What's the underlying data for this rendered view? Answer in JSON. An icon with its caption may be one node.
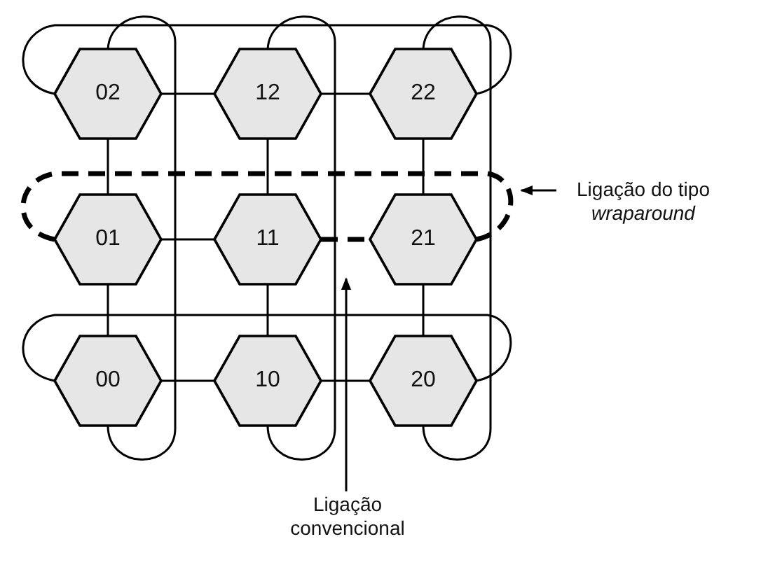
{
  "diagram": {
    "nodes": [
      {
        "text": [
          "02"
        ]
      },
      {
        "text": [
          "12"
        ]
      },
      {
        "text": [
          "22"
        ]
      },
      {
        "text": [
          "01"
        ]
      },
      {
        "text": [
          "11"
        ]
      },
      {
        "text": [
          "21"
        ]
      },
      {
        "text": [
          "00"
        ]
      },
      {
        "text": [
          "10"
        ]
      },
      {
        "text": [
          "20"
        ]
      },
      {
        "text": [
          "Ligação do tipo *wraparound*"
        ]
      },
      {
        "text": [
          "Ligação convencional"
        ]
      }
    ],
    "edges": [
      {
        "from": 0,
        "to": 1,
        "arrow": "none"
      },
      {
        "from": 1,
        "to": 2,
        "arrow": "none"
      },
      {
        "from": 3,
        "to": 4,
        "arrow": "none"
      },
      {
        "from": 4,
        "to": 5,
        "arrow": "none",
        "style": "dashed"
      },
      {
        "from": 6,
        "to": 7,
        "arrow": "none"
      },
      {
        "from": 7,
        "to": 8,
        "arrow": "none"
      },
      {
        "from": 0,
        "to": 3,
        "arrow": "none"
      },
      {
        "from": 3,
        "to": 6,
        "arrow": "none"
      },
      {
        "from": 1,
        "to": 4,
        "arrow": "none"
      },
      {
        "from": 4,
        "to": 7,
        "arrow": "none"
      },
      {
        "from": 2,
        "to": 5,
        "arrow": "none"
      },
      {
        "from": 5,
        "to": 8,
        "arrow": "none"
      },
      {
        "from": 0,
        "to": 2,
        "arrow": "none"
      },
      {
        "from": 3,
        "to": 5,
        "arrow": "none",
        "style": "dashed"
      },
      {
        "from": 6,
        "to": 8,
        "arrow": "none"
      },
      {
        "from": 0,
        "to": 6,
        "arrow": "none"
      },
      {
        "from": 1,
        "to": 7,
        "arrow": "none"
      },
      {
        "from": 2,
        "to": 8,
        "arrow": "none"
      },
      {
        "from": 9,
        "to": null,
        "arrow": "to"
      },
      {
        "from": 10,
        "to": null,
        "arrow": "to"
      }
    ]
  }
}
